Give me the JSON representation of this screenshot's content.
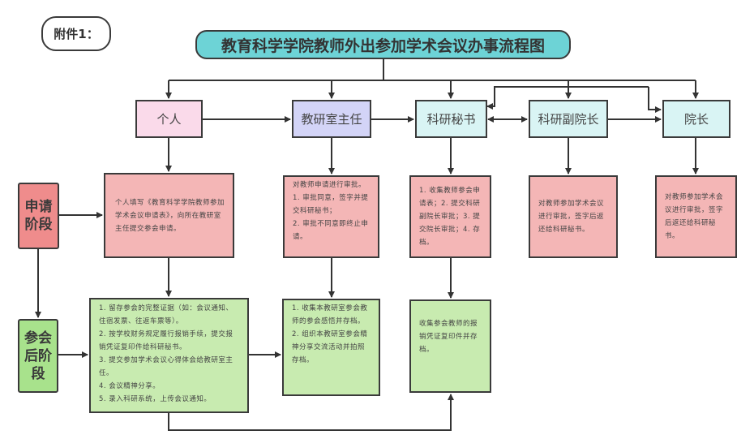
{
  "attachment_label": "附件1：",
  "title": "教育科学学院教师外出参加学术会议办事流程图",
  "roles": [
    "个人",
    "教研室主任",
    "科研秘书",
    "科研副院长",
    "院长"
  ],
  "stages": {
    "apply": "申请\n阶段",
    "after": "参会\n后阶\n段"
  },
  "apply_steps": [
    "个人填写《教育科学学院教师参加学术会议申请表》，向所在教研室主任提交参会申请。",
    "对教师申请进行审批。\n1. 审批同意，签字并提交科研秘书；\n2. 审批不同意即终止申请。",
    "1. 收集教师参会申请表；2. 提交科研副院长审批；3. 提交院长审批；4. 存档。",
    "对教师参加学术会议进行审批，签字后返还给科研秘书。",
    "对教师参加学术会议进行审批，签字后返还给科研秘书。"
  ],
  "after_steps": [
    "1. 留存参会的完整证据（如：会议通知、住宿发票、往返车票等）。\n2. 按学校财务规定履行报销手续，提交报销凭证复印件给科研秘书。\n3. 提交参加学术会议心得体会给教研室主任。\n4. 会议精神分享。\n5. 录入科研系统，上传会议通知。",
    "1. 收集本教研室参会教师的参会感悟并存档。\n2. 组织本教研室参会精神分享交流活动并拍照存档。",
    "收集参会教师的报销凭证复印件并存档。"
  ],
  "colors": {
    "title": "#6dd3d6",
    "individual": "#fadaea",
    "director": "#d3d4f7",
    "office": "#d9f4f4",
    "apply": "#f4b6b6",
    "after": "#c8ebb0",
    "apply_stage": "#ef8c8c",
    "after_stage": "#a8e28c"
  }
}
